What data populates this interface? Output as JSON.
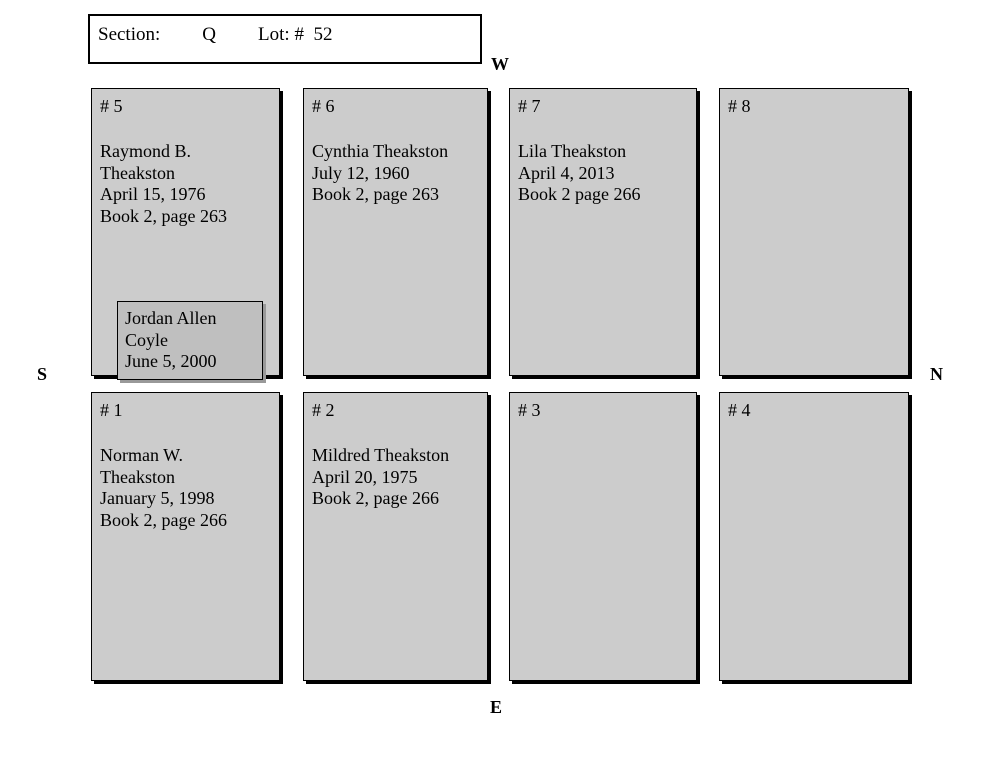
{
  "header": {
    "section_label": "Section:",
    "section_value": "Q",
    "lot_label": "Lot:",
    "lot_value": "#  52"
  },
  "compass": {
    "west": "W",
    "south": "S",
    "north": "N",
    "east": "E"
  },
  "colors": {
    "plot_fill": "#cccccc",
    "inset_fill": "#bfbfbf",
    "border": "#000000",
    "page_background": "#ffffff"
  },
  "plots": [
    {
      "number": "# 5",
      "lines": [
        "Raymond B.",
        "Theakston",
        "April 15, 1976",
        "Book 2, page 263"
      ],
      "occupied": true
    },
    {
      "number": "# 6",
      "lines": [
        "Cynthia Theakston",
        "July 12, 1960",
        "Book 2, page 263"
      ],
      "occupied": true
    },
    {
      "number": "# 7",
      "lines": [
        "Lila Theakston",
        "April 4, 2013",
        "Book 2 page 266"
      ],
      "occupied": true
    },
    {
      "number": "# 8",
      "lines": [],
      "occupied": false
    },
    {
      "number": "# 1",
      "lines": [
        "Norman W.",
        "Theakston",
        "January 5, 1998",
        "Book 2, page 266"
      ],
      "occupied": true
    },
    {
      "number": "# 2",
      "lines": [
        "Mildred Theakston",
        "April 20, 1975",
        "Book 2, page 266"
      ],
      "occupied": true
    },
    {
      "number": "# 3",
      "lines": [],
      "occupied": false
    },
    {
      "number": "# 4",
      "lines": [],
      "occupied": false
    }
  ],
  "inset_marker": {
    "lines": [
      "Jordan Allen",
      "Coyle",
      "June 5, 2000"
    ]
  }
}
